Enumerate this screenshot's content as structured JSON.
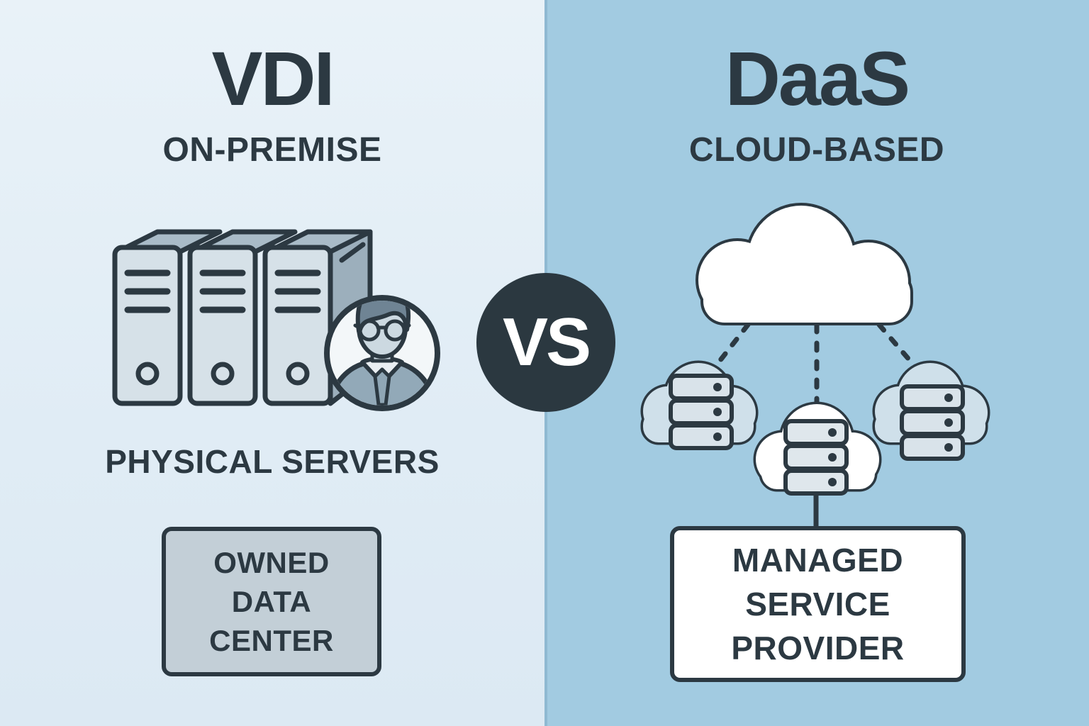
{
  "left_panel": {
    "title": "VDI",
    "subtitle": "ON-PREMISE",
    "caption": "PHYSICAL SERVERS",
    "box_lines": [
      "OWNED",
      "DATA",
      "CENTER"
    ]
  },
  "right_panel": {
    "title": "DaaS",
    "subtitle": "CLOUD-BASED",
    "box_lines": [
      "MANAGED",
      "SERVICE",
      "PROVIDER"
    ]
  },
  "vs_badge": {
    "label": "VS"
  },
  "icons": {
    "left_illustration": "physical-server-towers-with-admin-avatar",
    "right_illustration": "cloud-connected-to-server-nodes",
    "center_badge": "vs-circle-badge"
  },
  "colors": {
    "left_bg": "#e3eef6",
    "right_bg": "#a2cbe1",
    "ink": "#2c3942",
    "vs_bg": "#2b3840",
    "left_box_fill": "#c3cfd7",
    "right_box_fill": "#ffffff",
    "main_cloud_fill": "#ffffff",
    "small_cloud_fill": "#cfe0ea",
    "server_front": "#d6e1e8",
    "server_top": "#a9bbc7",
    "server_side": "#9cafbc",
    "avatar_bg": "#f3f7f9",
    "avatar_hair": "#6f8494",
    "avatar_skin": "#ccd9e1",
    "avatar_shirt": "#92a9b8"
  }
}
